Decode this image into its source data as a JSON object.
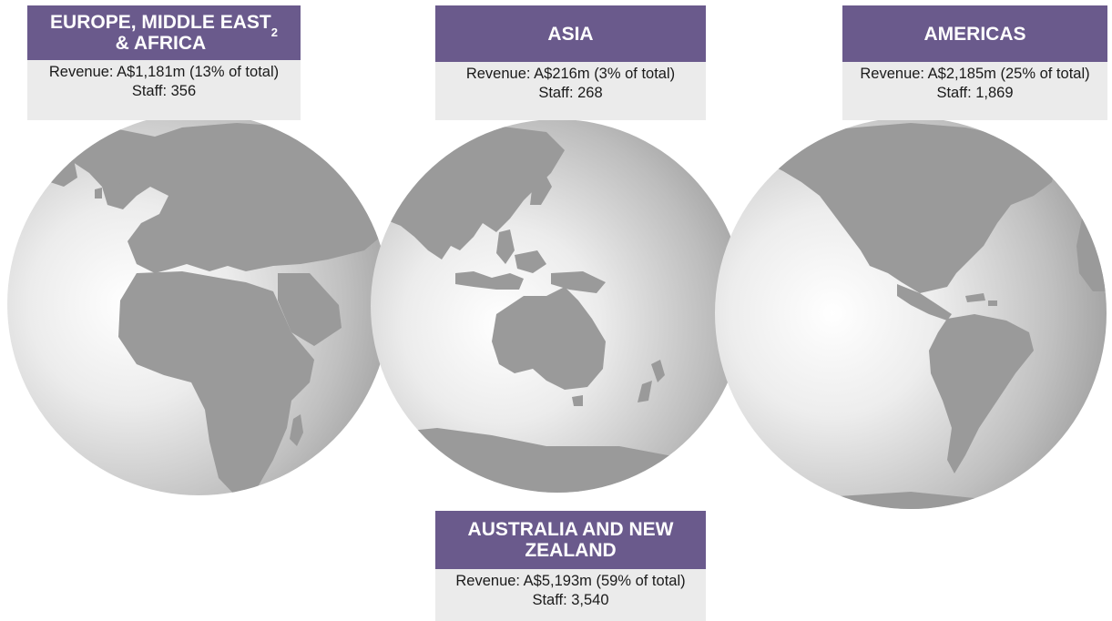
{
  "regions": {
    "emea": {
      "title": "EUROPE, MIDDLE EAST\n& AFRICA",
      "footnote": "2",
      "revenue": "Revenue: A$1,181m (13% of total)",
      "staff": "Staff: 356"
    },
    "asia": {
      "title": "ASIA",
      "revenue": "Revenue: A$216m (3% of total)",
      "staff": "Staff: 268"
    },
    "americas": {
      "title": "AMERICAS",
      "revenue": "Revenue: A$2,185m (25% of total)",
      "staff": "Staff: 1,869"
    },
    "anz": {
      "title": "AUSTRALIA AND NEW\nZEALAND",
      "revenue": "Revenue: A$5,193m (59% of total)",
      "staff": "Staff: 3,540"
    }
  },
  "colors": {
    "title_bg": "#6a5a8c",
    "info_bg": "#ebebeb",
    "land": "#9a9a9a",
    "globe_light": "#ffffff",
    "globe_dark": "#9c9c9c"
  }
}
